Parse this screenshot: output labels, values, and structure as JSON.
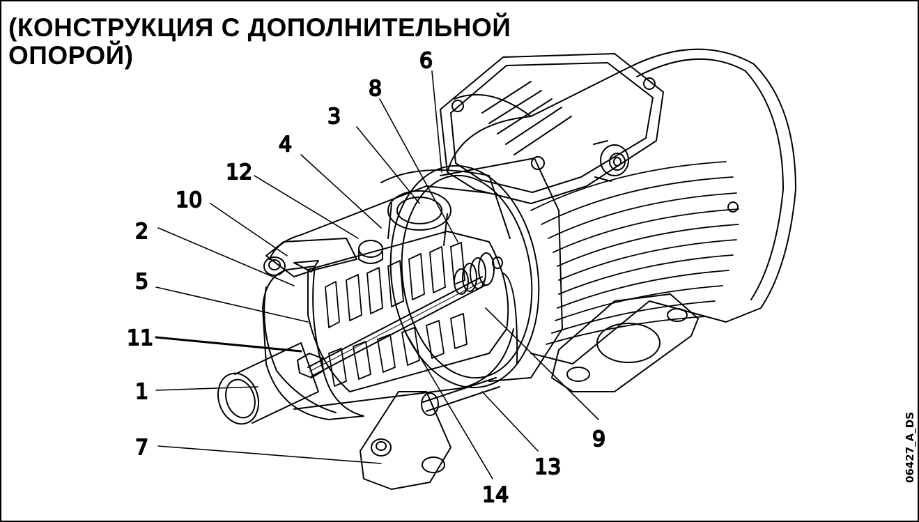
{
  "title": {
    "line1": "(КОНСТРУКЦИЯ С ДОПОЛНИТЕЛЬНОЙ",
    "line2": "ОПОРОЙ)"
  },
  "callouts": [
    {
      "id": "c1",
      "label": "1"
    },
    {
      "id": "c2",
      "label": "2"
    },
    {
      "id": "c3",
      "label": "3"
    },
    {
      "id": "c4",
      "label": "4"
    },
    {
      "id": "c5",
      "label": "5"
    },
    {
      "id": "c6",
      "label": "6"
    },
    {
      "id": "c7",
      "label": "7"
    },
    {
      "id": "c8",
      "label": "8"
    },
    {
      "id": "c9",
      "label": "9"
    },
    {
      "id": "c10",
      "label": "10"
    },
    {
      "id": "c11",
      "label": "11"
    },
    {
      "id": "c12",
      "label": "12"
    },
    {
      "id": "c13",
      "label": "13"
    },
    {
      "id": "c14",
      "label": "14"
    }
  ],
  "drawing_code": "06427_A_DS",
  "colors": {
    "ink": "#000000",
    "paper": "#ffffff"
  }
}
